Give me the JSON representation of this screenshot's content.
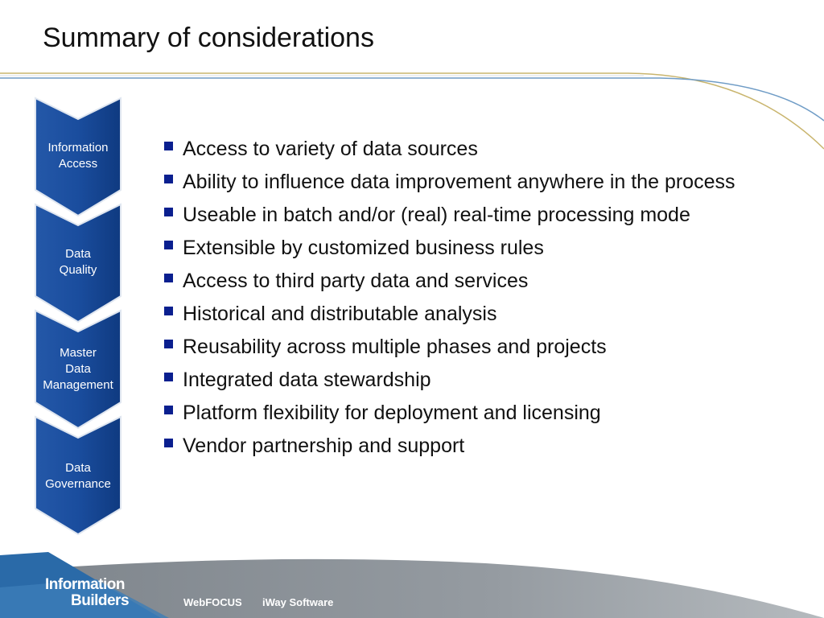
{
  "slide": {
    "title": "Summary of considerations"
  },
  "process_steps": [
    {
      "line1": "Information",
      "line2": "Access",
      "line3": ""
    },
    {
      "line1": "Data",
      "line2": "Quality",
      "line3": ""
    },
    {
      "line1": "Master",
      "line2": "Data",
      "line3": "Management"
    },
    {
      "line1": "Data",
      "line2": "Governance",
      "line3": ""
    }
  ],
  "bullets": [
    "Access to variety of data sources",
    "Ability to influence data improvement anywhere in the process",
    "Useable in batch and/or (real) real-time processing mode",
    "Extensible by customized business rules",
    "Access to third party data and services",
    "Historical and distributable analysis",
    "Reusability across multiple phases and projects",
    "Integrated data stewardship",
    "Platform flexibility for deployment and licensing",
    "Vendor partnership and support"
  ],
  "footer": {
    "logo_line1": "Information",
    "logo_line2": "Builders",
    "product1": "WebFOCUS",
    "product2": "iWay Software"
  },
  "colors": {
    "chevron_fill": "#1a4d9e",
    "chevron_edge": "#0d2f6b",
    "bullet": "#0a1f8f",
    "footer_gray": "#8a9096",
    "footer_blue": "#2a6aa8",
    "accent_gold": "#c8b46a"
  }
}
